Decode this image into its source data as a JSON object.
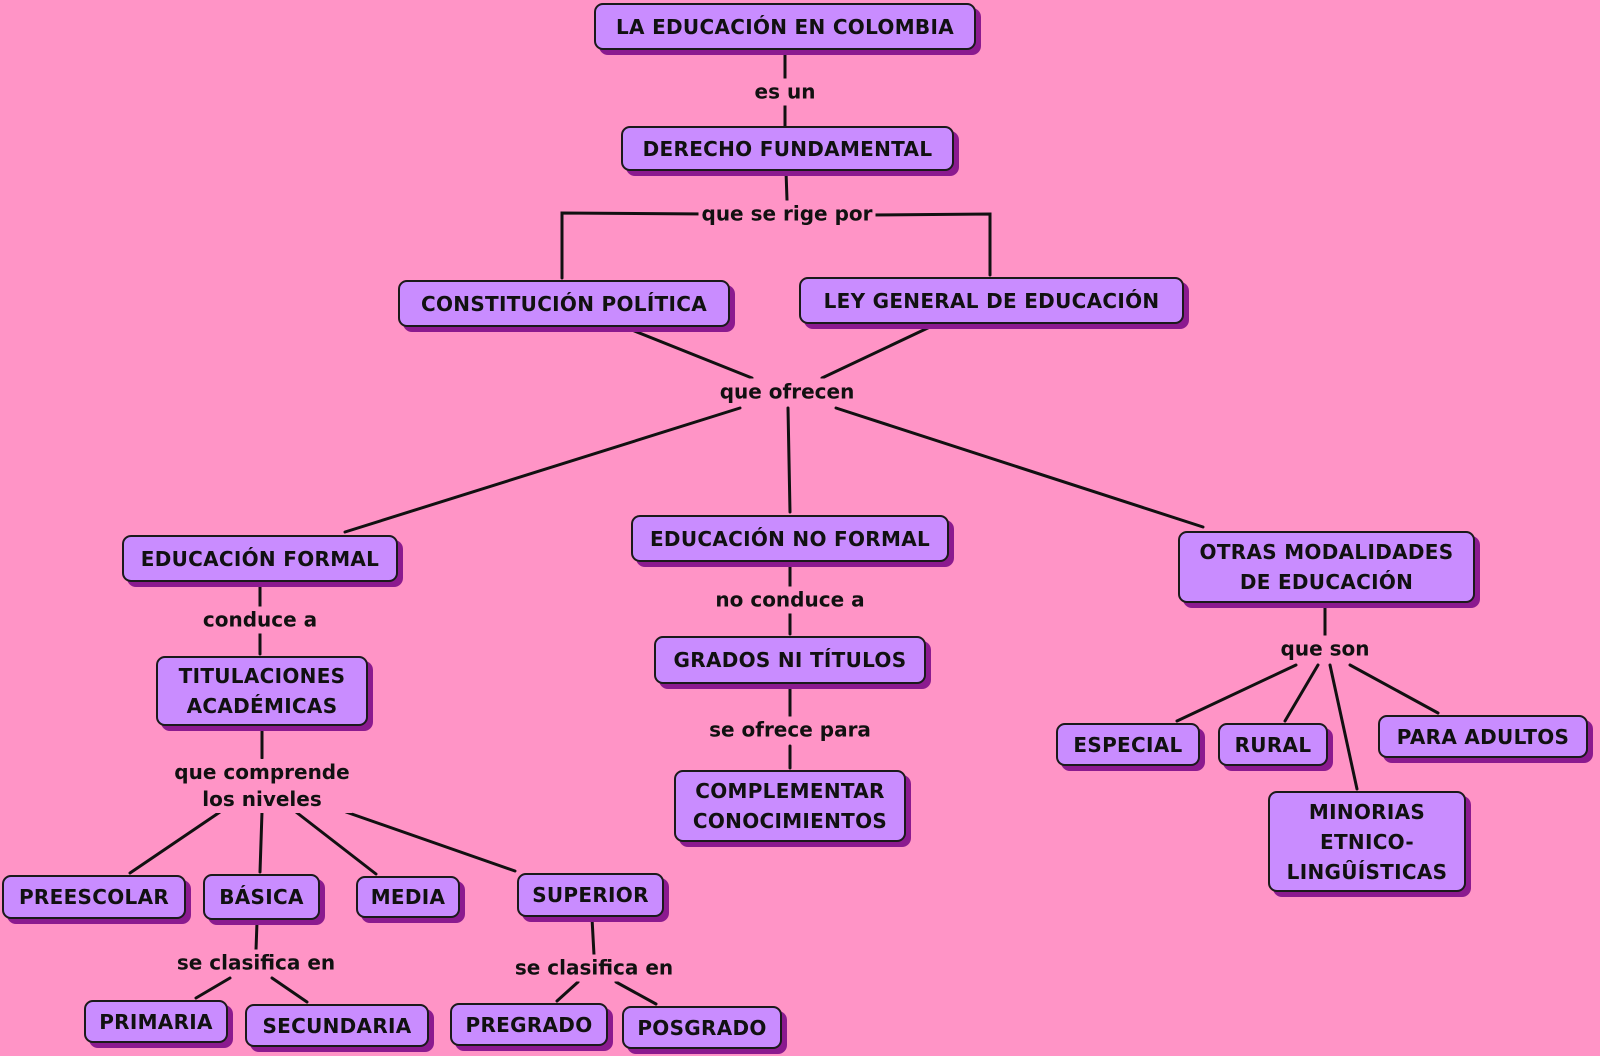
{
  "map": {
    "nodes": {
      "root": "LA EDUCACIÓN EN COLOMBIA",
      "derecho": "DERECHO FUNDAMENTAL",
      "constitucion": "CONSTITUCIÓN POLÍTICA",
      "ley": "LEY GENERAL DE EDUCACIÓN",
      "formal": "EDUCACIÓN FORMAL",
      "noformal": "EDUCACIÓN NO FORMAL",
      "otras": "OTRAS MODALIDADES\nDE EDUCACIÓN",
      "titulaciones": "TITULACIONES\nACADÉMICAS",
      "grados": "GRADOS NI TÍTULOS",
      "complementar": "COMPLEMENTAR\nCONOCIMIENTOS",
      "preescolar": "PREESCOLAR",
      "basica": "BÁSICA",
      "media": "MEDIA",
      "superior": "SUPERIOR",
      "primaria": "PRIMARIA",
      "secundaria": "SECUNDARIA",
      "pregrado": "PREGRADO",
      "posgrado": "POSGRADO",
      "especial": "ESPECIAL",
      "rural": "RURAL",
      "adultos": "PARA ADULTOS",
      "minorias": "MINORIAS\nETNICO-\nLINGÛÍSTICAS"
    },
    "links": {
      "es_un": "es un",
      "rige": "que se rige por",
      "ofrecen": "que ofrecen",
      "conduce": "conduce a",
      "no_conduce": "no conduce a",
      "ofrece_para": "se ofrece para",
      "que_son": "que son",
      "comprende": "que comprende\nlos niveles",
      "clasifica_basica": "se clasifica en",
      "clasifica_superior": "se clasifica en"
    }
  }
}
